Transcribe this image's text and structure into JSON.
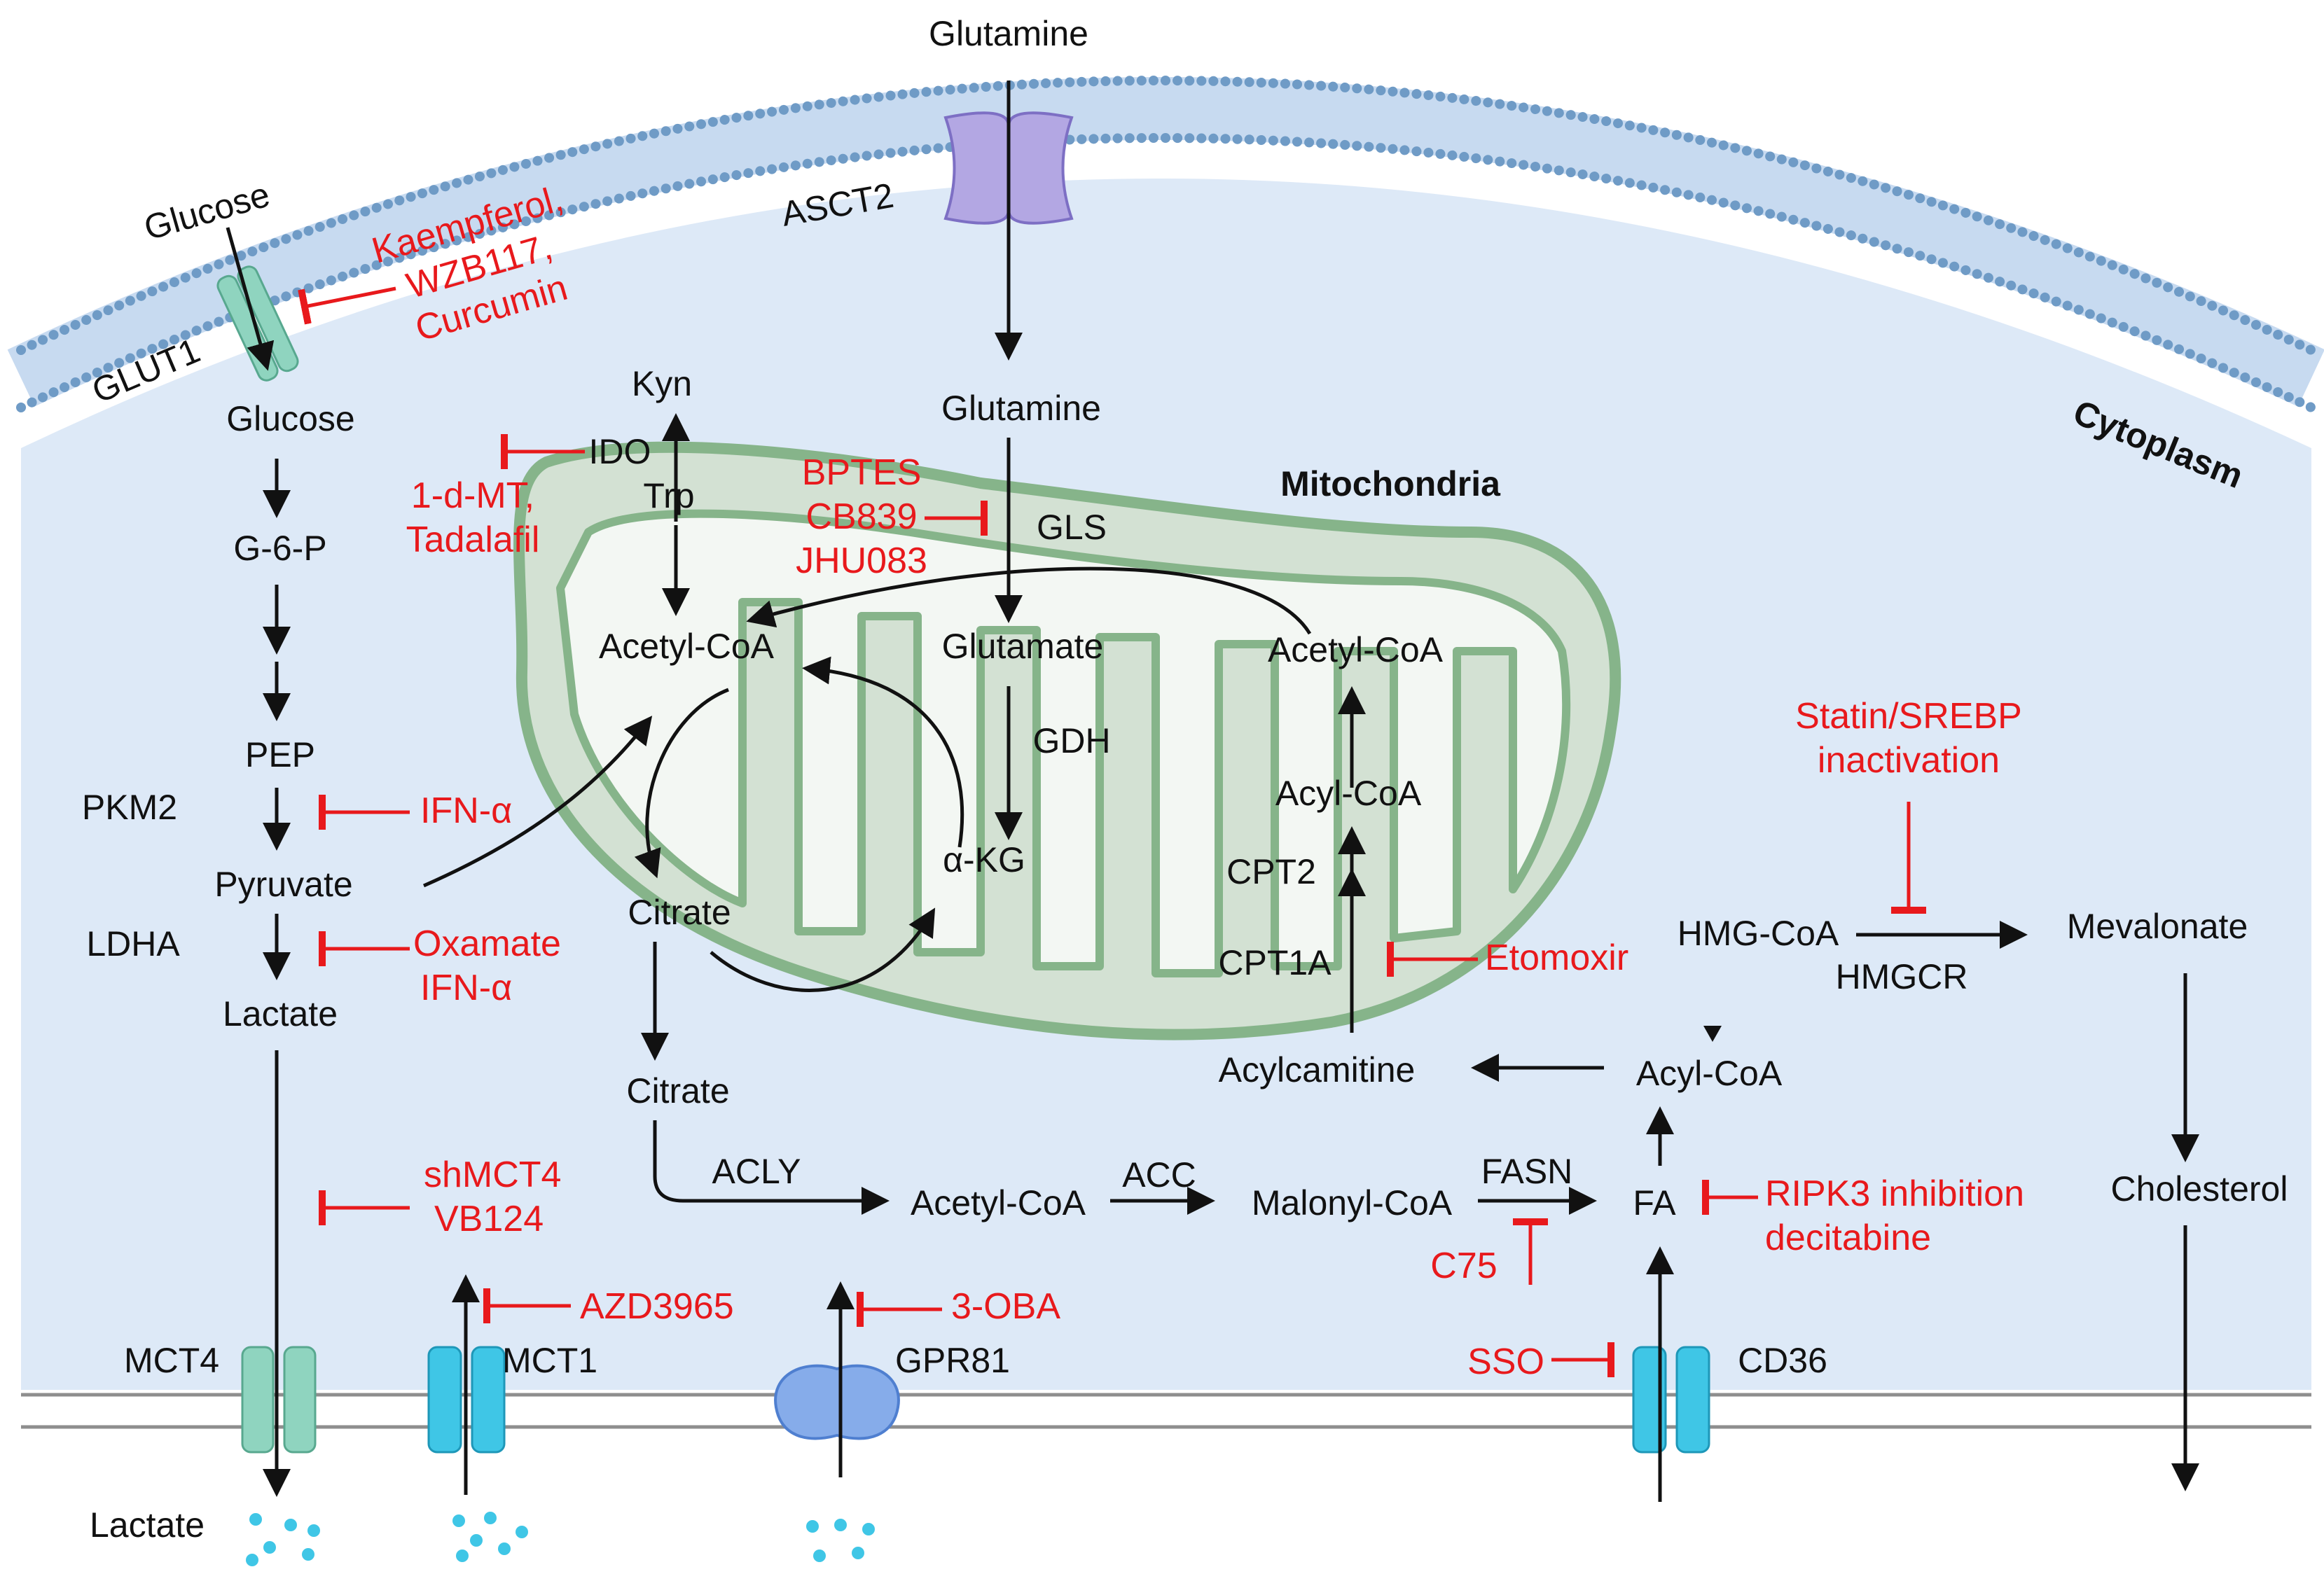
{
  "colors": {
    "cytoplasm": "#dde9f7",
    "membrane_bead": "#6f9bc6",
    "mitochondria_fill": "#d3e1d3",
    "mitochondria_stroke": "#86b48a",
    "inhibitor_red": "#e8191c",
    "transporter_teal": "#8fd4bf",
    "transporter_cyan": "#3fc6e6",
    "asct2_purple": "#b3a7e3",
    "gpr81_blue": "#86acea",
    "text": "#111111"
  },
  "labels": {
    "glutamine_out": "Glutamine",
    "asct2": "ASCT2",
    "glucose_out": "Glucose",
    "glut1": "GLUT1",
    "cytoplasm": "Cytoplasm",
    "mitochondria": "Mitochondria",
    "glucose_in": "Glucose",
    "g6p": "G-6-P",
    "pep": "PEP",
    "pkm2": "PKM2",
    "pyruvate": "Pyruvate",
    "ldha": "LDHA",
    "lactate_in": "Lactate",
    "kyn": "Kyn",
    "ido": "IDO",
    "trp": "Trp",
    "glutamine_in": "Glutamine",
    "gls": "GLS",
    "glutamate": "Glutamate",
    "gdh": "GDH",
    "akg": "α-KG",
    "acetylcoa_mito_left": "Acetyl-CoA",
    "citrate_mito": "Citrate",
    "acetylcoa_mito_right": "Acetyl-CoA",
    "acylcoa_mito": "Acyl-CoA",
    "cpt2": "CPT2",
    "cpt1a": "CPT1A",
    "citrate_cyto": "Citrate",
    "acly": "ACLY",
    "acetylcoa_cyto": "Acetyl-CoA",
    "acc": "ACC",
    "malonylcoa": "Malonyl-CoA",
    "fasn": "FASN",
    "fa": "FA",
    "acylcoa_cyto": "Acyl-CoA",
    "acylcarnitine": "Acylcamitine",
    "hmgcoa": "HMG-CoA",
    "hmgcr": "HMGCR",
    "mevalonate": "Mevalonate",
    "cholesterol": "Cholesterol",
    "mct4": "MCT4",
    "mct1": "MCT1",
    "gpr81": "GPR81",
    "cd36": "CD36",
    "lactate_out": "Lactate"
  },
  "inhibitors": {
    "glut1_drugs": [
      "Kaempferol,",
      "WZB117,",
      "Curcumin"
    ],
    "ido_drugs": [
      "1-d-MT,",
      "Tadalafil"
    ],
    "gls_drugs": [
      "BPTES",
      "CB839",
      "JHU083"
    ],
    "pkm2_drug": "IFN-α",
    "ldha_drugs": [
      "Oxamate",
      "IFN-α"
    ],
    "mct4_drugs": [
      "shMCT4",
      "VB124"
    ],
    "mct1_drug": "AZD3965",
    "gpr81_drug": "3-OBA",
    "cpt1a_drug": "Etomoxir",
    "hmgcr_drugs": [
      "Statin/SREBP",
      "inactivation"
    ],
    "fa_drugs": [
      "RIPK3 inhibition",
      "decitabine"
    ],
    "fasn_drug": "C75",
    "cd36_drug": "SSO"
  }
}
